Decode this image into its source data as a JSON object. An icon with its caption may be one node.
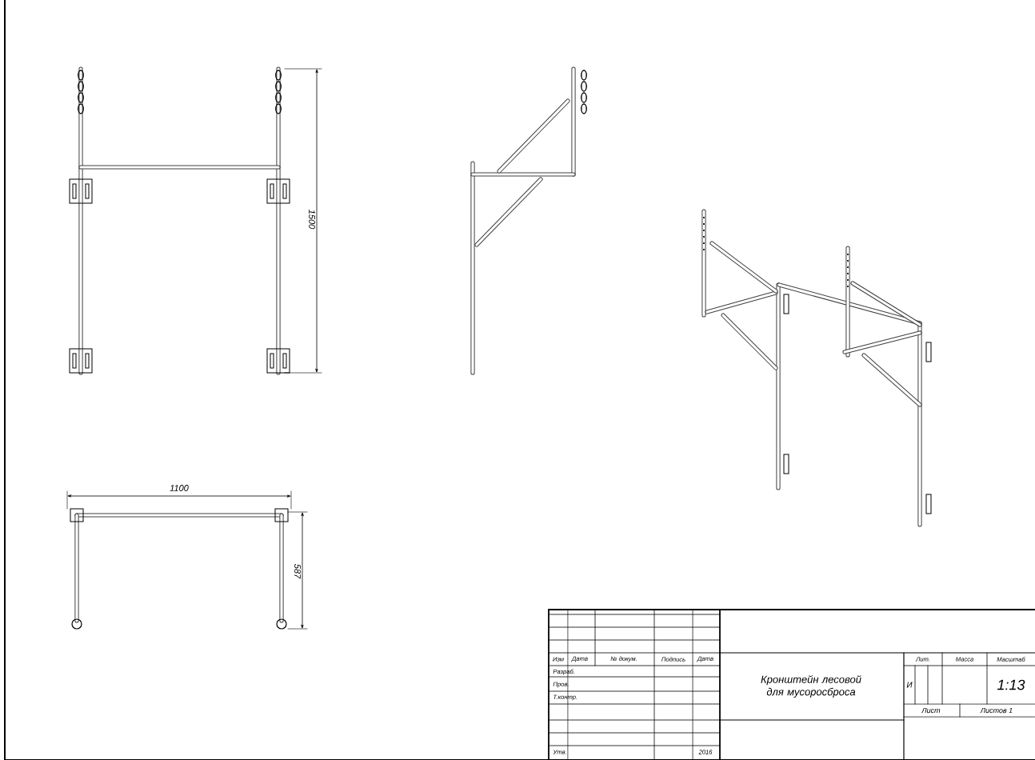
{
  "diagram": {
    "labels": [
      "1500",
      "1100",
      "587",
      "Изм",
      "Дата",
      "№ докум.",
      "Подпись",
      "Дата",
      "Кронштейн лесовой для мусоросброса",
      "Лит.",
      "Масса",
      "Масштаб",
      "Разраб.",
      "И",
      "1:13",
      "Пров.",
      "Т.контр.",
      "Лист",
      "Листов 1",
      "Утв.",
      "2016"
    ]
  }
}
